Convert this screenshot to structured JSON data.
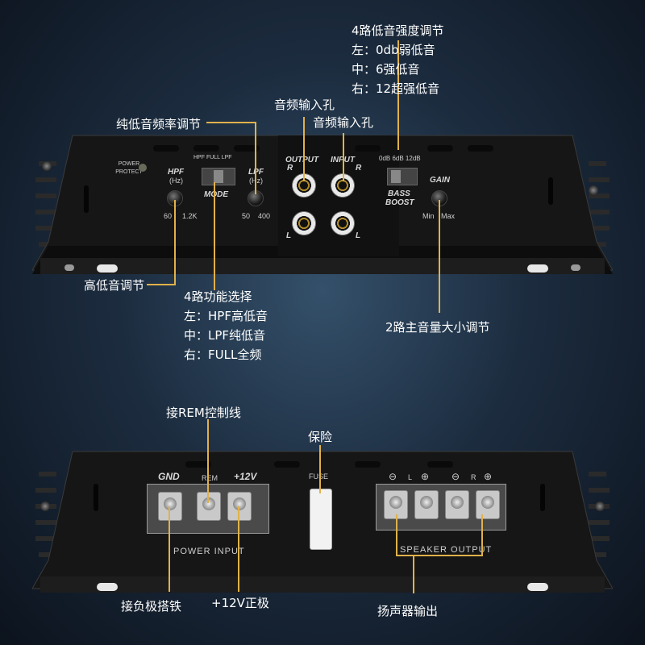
{
  "annotations": {
    "bass_boost_title": "4路低音强度调节",
    "bass_boost_left": "左：0db弱低音",
    "bass_boost_mid": "中：6强低音",
    "bass_boost_right": "右：12超强低音",
    "audio_output_jack": "音频输入孔",
    "audio_input_jack": "音频输入孔",
    "lpf_adjust": "纯低音频率调节",
    "hpf_adjust": "高低音调节",
    "mode_title": "4路功能选择",
    "mode_left": "左：HPF高低音",
    "mode_mid": "中：LPF纯低音",
    "mode_right": "右：FULL全频",
    "gain_adjust": "2路主音量大小调节",
    "rem_wire": "接REM控制线",
    "fuse": "保险",
    "ground": "接负极搭铁",
    "positive_12v": "+12V正极",
    "speaker_output": "扬声器输出"
  },
  "top_panel": {
    "power_protect": "POWER\nPROTECT",
    "hpf": "HPF",
    "hpf_unit": "(Hz)",
    "hpf_min": "60",
    "hpf_max": "1.2K",
    "mode_options": "HPF FULL LPF",
    "mode": "MODE",
    "lpf": "LPF",
    "lpf_unit": "(Hz)",
    "lpf_min": "50",
    "lpf_max": "400",
    "output": "OUTPUT",
    "input": "INPUT",
    "r": "R",
    "l": "L",
    "bass_options": "0dB 6dB 12dB",
    "bass": "BASS",
    "boost": "BOOST",
    "gain": "GAIN",
    "gain_min": "Min",
    "gain_max": "Max"
  },
  "bottom_panel": {
    "gnd": "GND",
    "rem": "REM",
    "v12": "+12V",
    "power_input": "POWER INPUT",
    "fuse": "FUSE",
    "speaker_minus": "⊖",
    "speaker_l": "L",
    "speaker_plus": "⊕",
    "speaker_r": "R",
    "speaker_output": "SPEAKER OUTPUT"
  },
  "colors": {
    "callout_line": "#e0b14a",
    "chassis": "#141414"
  }
}
